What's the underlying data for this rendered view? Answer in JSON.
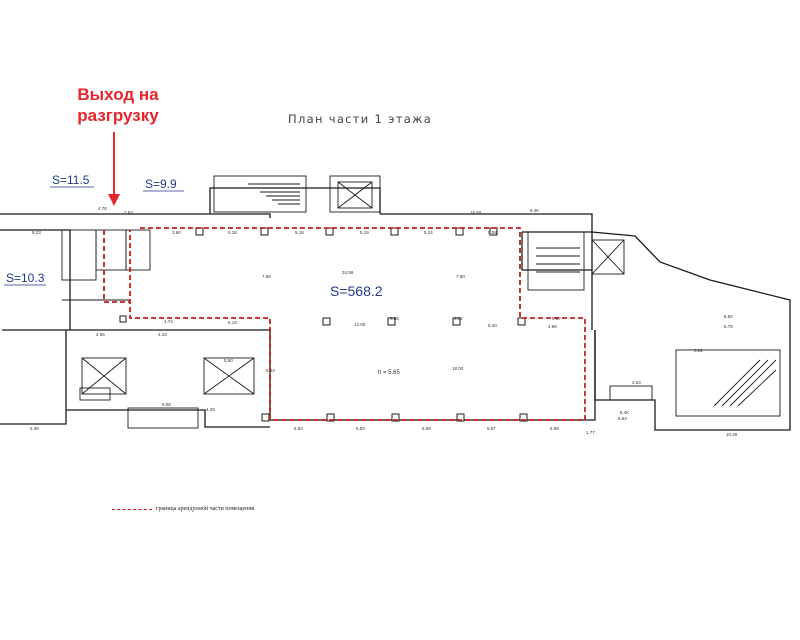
{
  "callout": {
    "line1": "Выход на",
    "line2": "разгрузку"
  },
  "plan_title": "План части 1 этажа",
  "areas": {
    "a1": "S=11.5",
    "a2": "S=9.9",
    "a3": "S=10.3",
    "main": "S=568.2"
  },
  "height_label": "h = 5.65",
  "legend": "граница арендуемой части помещения",
  "colors": {
    "walls": "#1a1a1a",
    "boundary": "#c81e1e",
    "area_text": "#1f3a8a",
    "callout": "#e8252a"
  },
  "dims": {
    "top_row": [
      "9.23",
      "4.78",
      "2.63",
      "3.60",
      "5.18",
      "5.18",
      "5.19",
      "5.24",
      "5.08",
      "16.69",
      "8.4К"
    ],
    "bottom_row": [
      "5.39",
      "5.53",
      "5.53",
      "5.59",
      "5.57",
      "5.58",
      "1.77",
      "8.4К",
      "10.28"
    ],
    "misc": [
      "34.58",
      "7.66",
      "7.90",
      "12.00",
      "5.63",
      "5.40",
      "3.85",
      "3.82",
      "18.00",
      "4.74",
      "5.19",
      "4.96",
      "5.87",
      "3.02",
      "8.60",
      "8.79",
      "4.53",
      "8.63",
      "4.39",
      "6.08",
      "4.23",
      "5.50",
      "4.95"
    ]
  }
}
